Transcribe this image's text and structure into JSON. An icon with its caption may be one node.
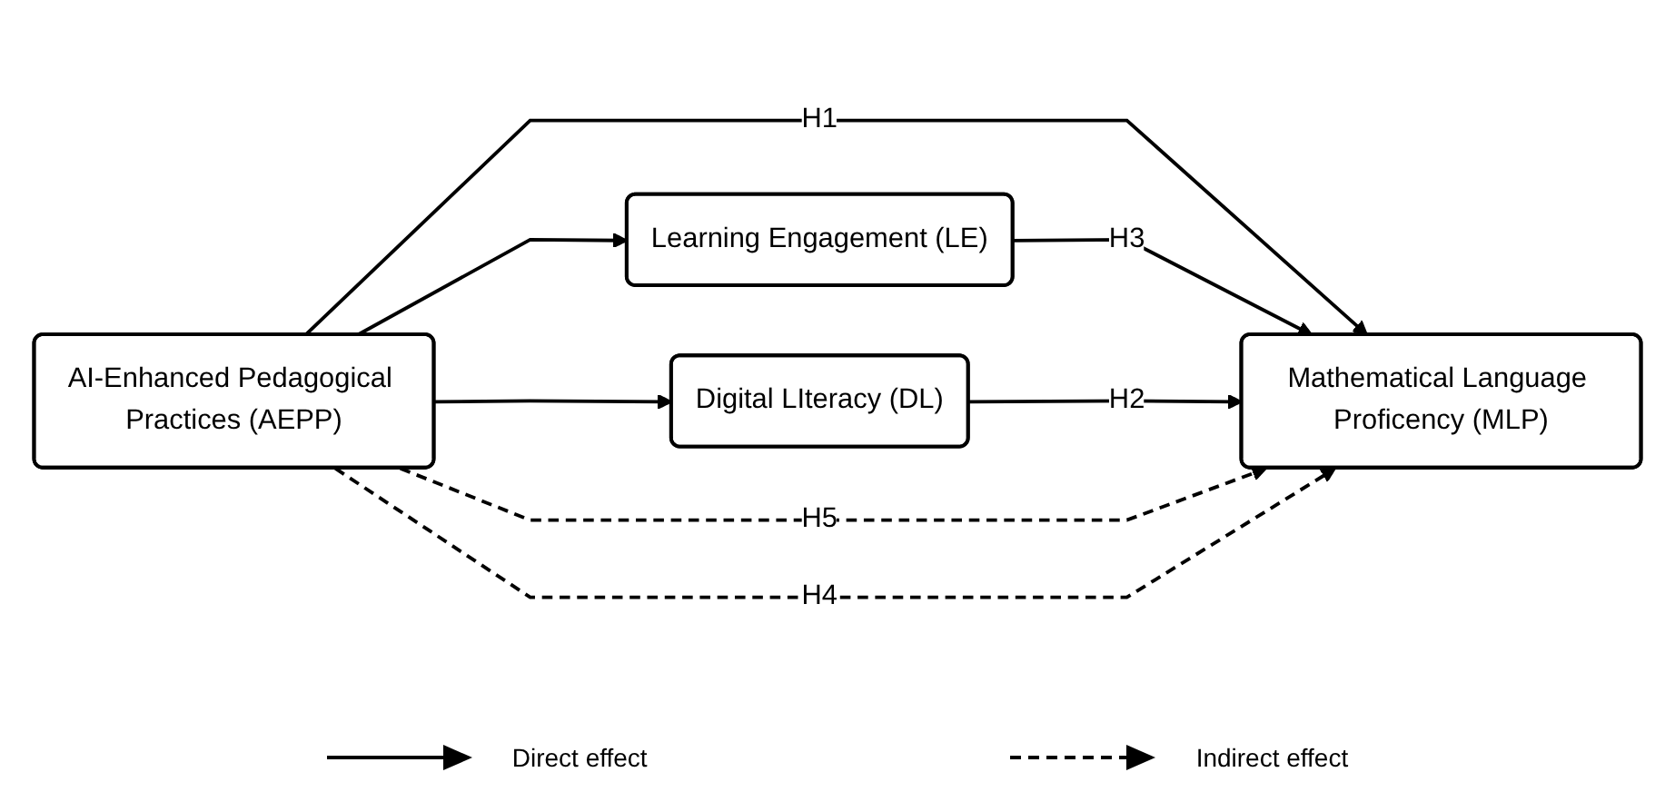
{
  "diagram": {
    "nodes": [
      {
        "text": [
          "AI-Enhanced Pedagogical Practices (AEPP)"
        ]
      },
      {
        "text": [
          "Learning Engagement (LE)"
        ]
      },
      {
        "text": [
          "Mathematical Language Proficency (MLP)"
        ]
      },
      {
        "text": [
          "Digital LIteracy (DL)"
        ]
      }
    ],
    "edges": [
      {
        "from": 0,
        "to": 1,
        "arrow": "to"
      },
      {
        "from": 0,
        "to": 2,
        "arrow": "to",
        "label": "H1"
      },
      {
        "from": 0,
        "to": 3,
        "arrow": "to"
      },
      {
        "from": 1,
        "to": 2,
        "arrow": "to",
        "label": "H3"
      },
      {
        "from": 3,
        "to": 2,
        "arrow": "to",
        "label": "H2"
      },
      {
        "from": 0,
        "to": 2,
        "arrow": "to",
        "label": "H5",
        "style": "dashed"
      },
      {
        "from": 0,
        "to": 2,
        "arrow": "to",
        "label": "H4",
        "style": "dashed"
      }
    ],
    "legend": [
      {
        "text": "Direct effect"
      },
      {
        "text": "Indirect effect"
      }
    ]
  }
}
